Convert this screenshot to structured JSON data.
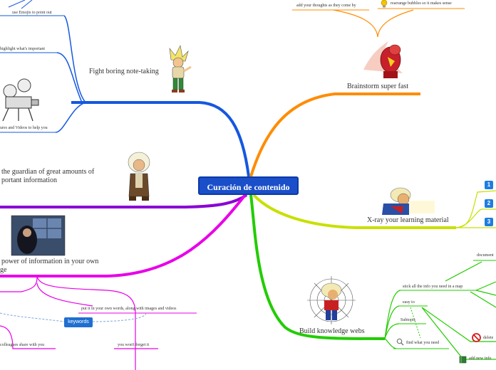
{
  "center": {
    "label": "Curación de contenido"
  },
  "branches": {
    "fight": {
      "label": "Fight boring note-taking"
    },
    "brainstorm": {
      "label": "Brainstorm super fast"
    },
    "guardian": {
      "line1": "the guardian of great amounts of",
      "line2": "portant information"
    },
    "xray": {
      "label": "X-ray your learning material"
    },
    "power": {
      "line1": "power of information in your own",
      "line2": "ge"
    },
    "build": {
      "label": "Build knowledge webs"
    }
  },
  "sub": {
    "emojis": "use Emojis to point out",
    "highlight": "highlight what's important",
    "pictures": "ures and Videos to help you",
    "thoughts": "add your thoughts as they come by",
    "rearrange": "rearrange bubbles so it makes sense",
    "put_in_words": "put it in your own words, along with images and videos",
    "colleagues": "colleagues share with you",
    "forget": "you won't forget it",
    "keywords": "keywords",
    "stick": "stick all the info you need in a map",
    "easy": "easy to",
    "subtopic": "Subtopic",
    "find": "find what you need",
    "document": "document",
    "delete": "delete",
    "add_new": "add new info"
  },
  "numbers": [
    "1",
    "2",
    "3"
  ],
  "colors": {
    "center_fill": "#1a4fc9",
    "blue_branch": "#1458e0",
    "orange_branch": "#ff8c00",
    "yellow_branch": "#c8e000",
    "green_branch": "#22cc00",
    "purple_branch": "#8a00d4",
    "magenta_branch": "#e800e8"
  }
}
